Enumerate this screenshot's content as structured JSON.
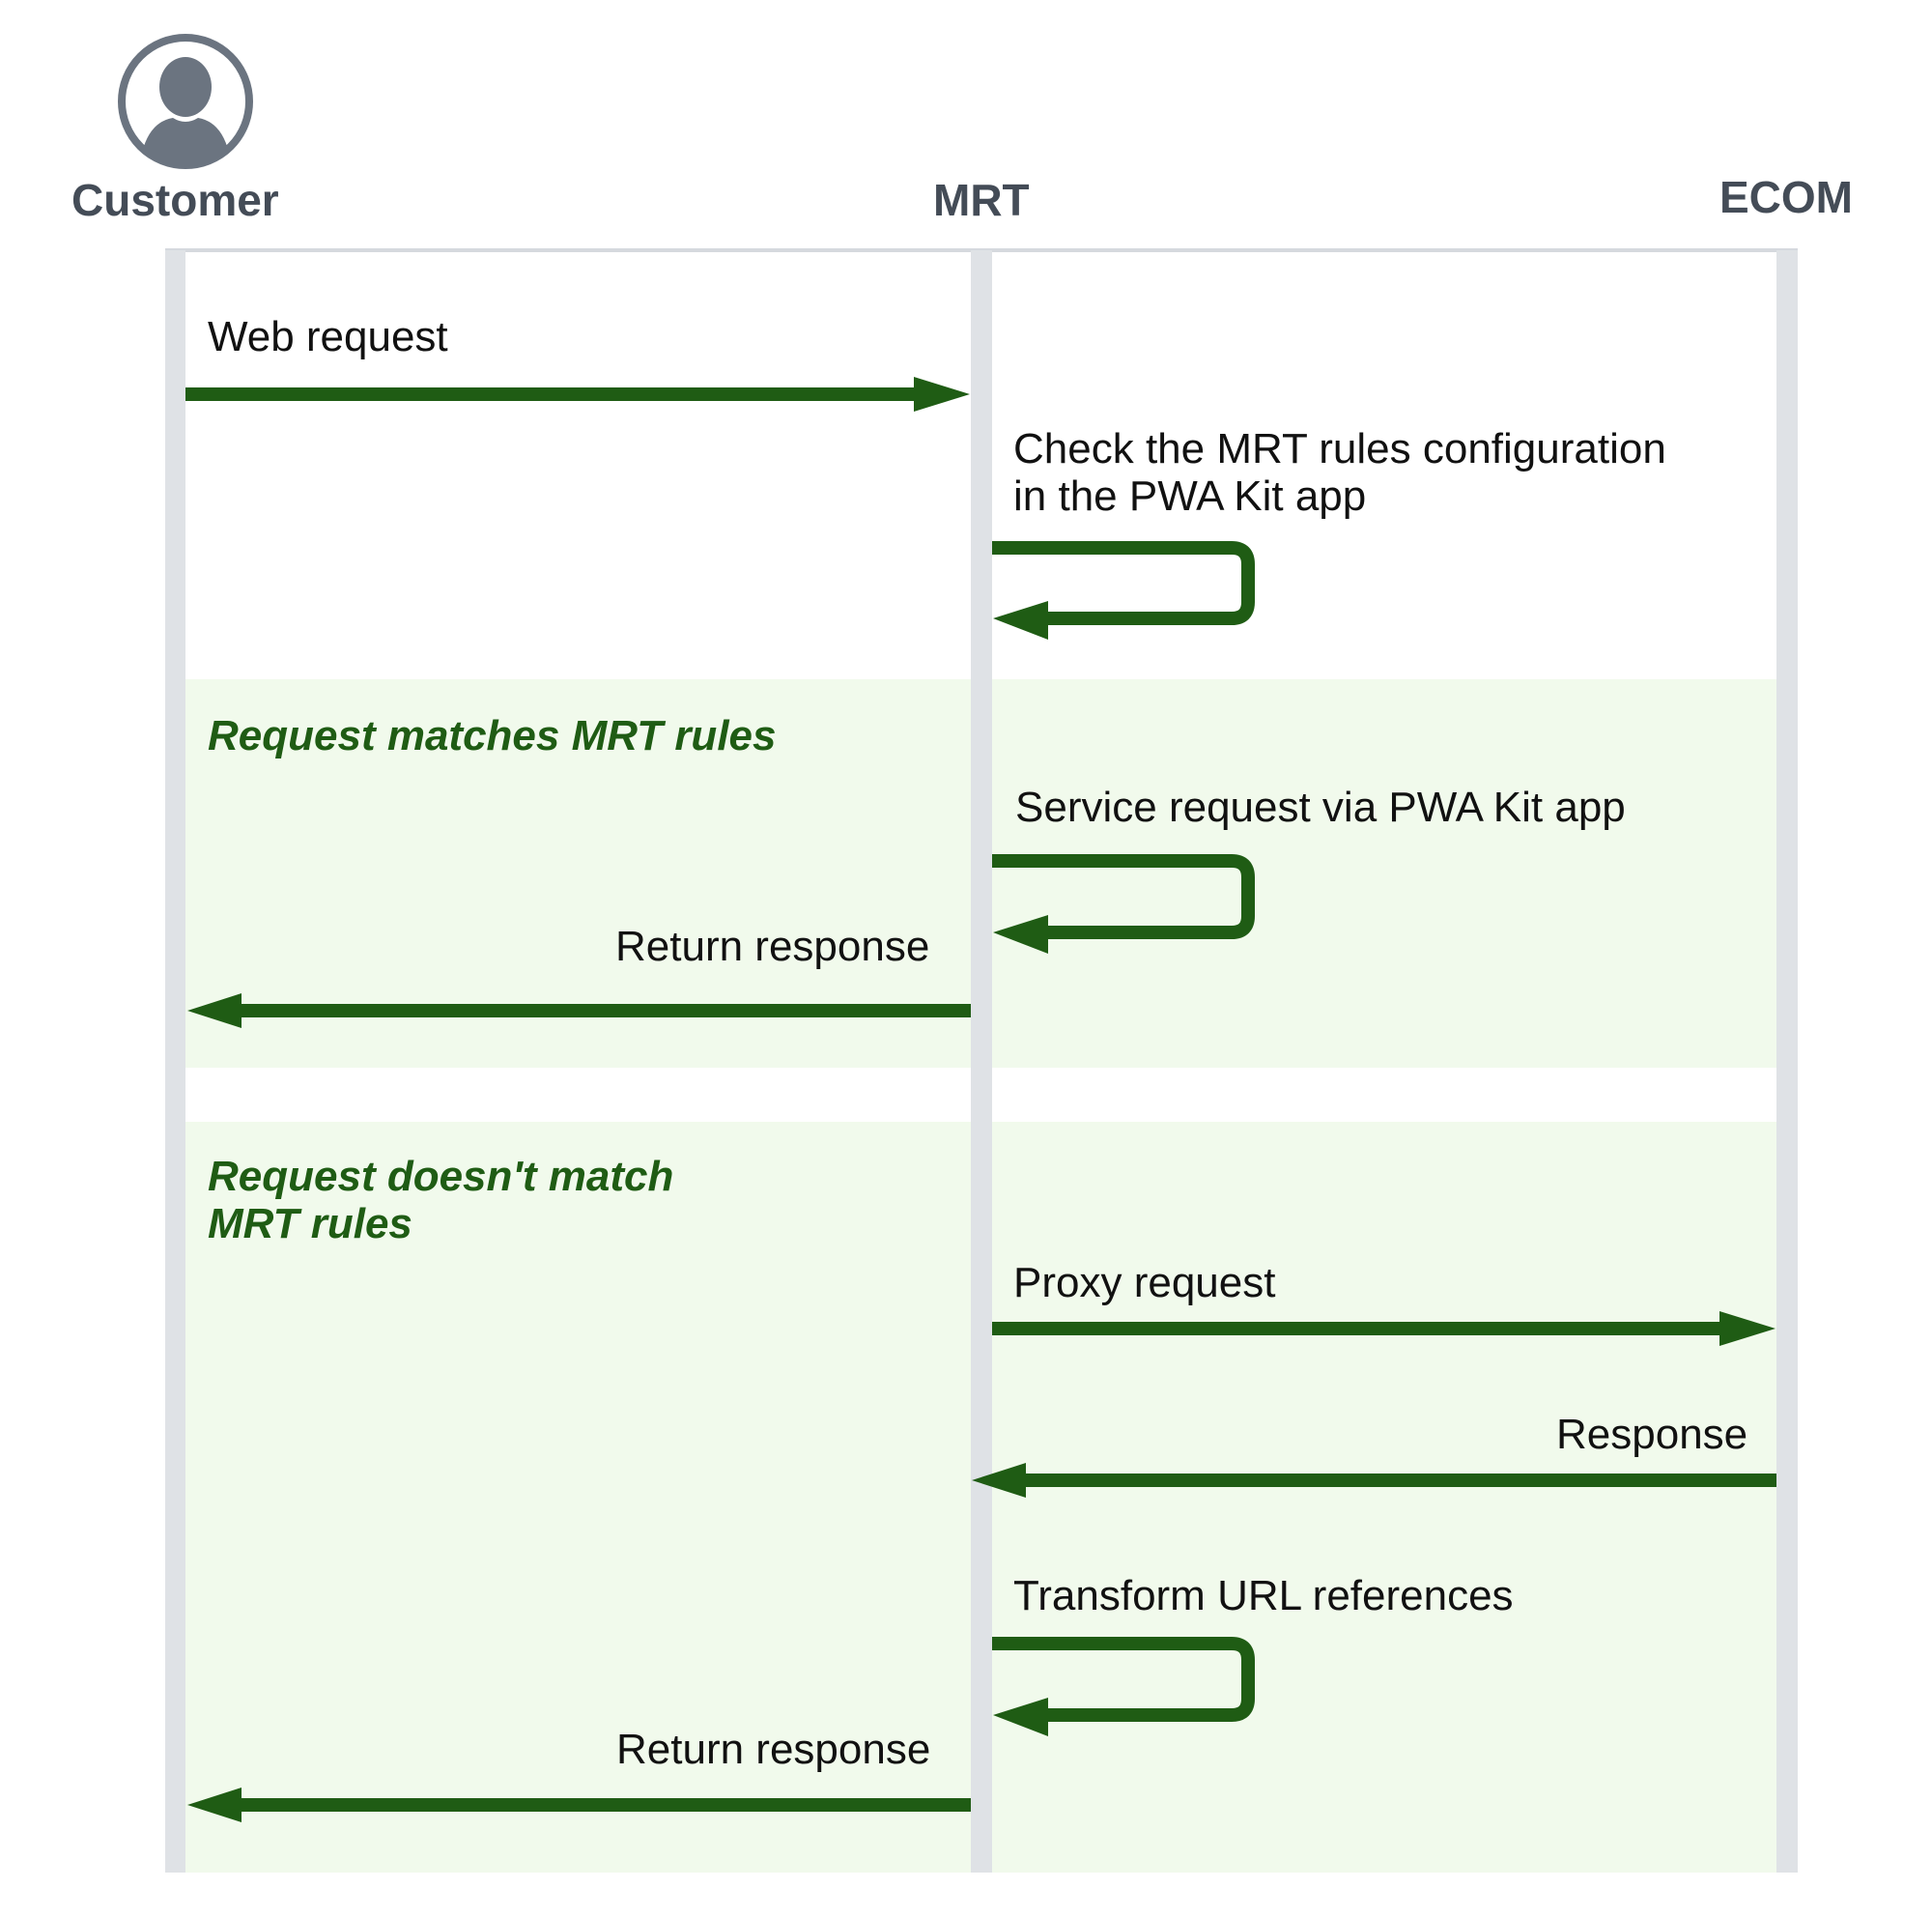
{
  "participants": [
    {
      "id": "customer",
      "label": "Customer",
      "icon": "person-avatar-icon"
    },
    {
      "id": "mrt",
      "label": "MRT"
    },
    {
      "id": "ecom",
      "label": "ECOM"
    }
  ],
  "messages": [
    {
      "label": "Web request",
      "from": "customer",
      "to": "mrt"
    },
    {
      "label_line1": "Check the MRT rules configuration",
      "label_line2": "in the PWA Kit app",
      "from": "mrt",
      "to": "mrt"
    }
  ],
  "groups": [
    {
      "title": "Request matches MRT rules",
      "messages": [
        {
          "label": "Service request via PWA Kit app",
          "from": "mrt",
          "to": "mrt"
        },
        {
          "label": "Return response",
          "from": "mrt",
          "to": "customer"
        }
      ]
    },
    {
      "title_line1": "Request doesn't match",
      "title_line2": "MRT rules",
      "messages": [
        {
          "label": "Proxy request",
          "from": "mrt",
          "to": "ecom"
        },
        {
          "label": "Response",
          "from": "ecom",
          "to": "mrt"
        },
        {
          "label": "Transform URL references",
          "from": "mrt",
          "to": "mrt"
        },
        {
          "label": "Return response",
          "from": "mrt",
          "to": "customer"
        }
      ]
    }
  ],
  "colors": {
    "arrow": "#1f5c14",
    "lifeline": "#dfe2e6",
    "group_band": "#f1faec",
    "actor_text": "#444c57",
    "avatar": "#6b7480"
  }
}
